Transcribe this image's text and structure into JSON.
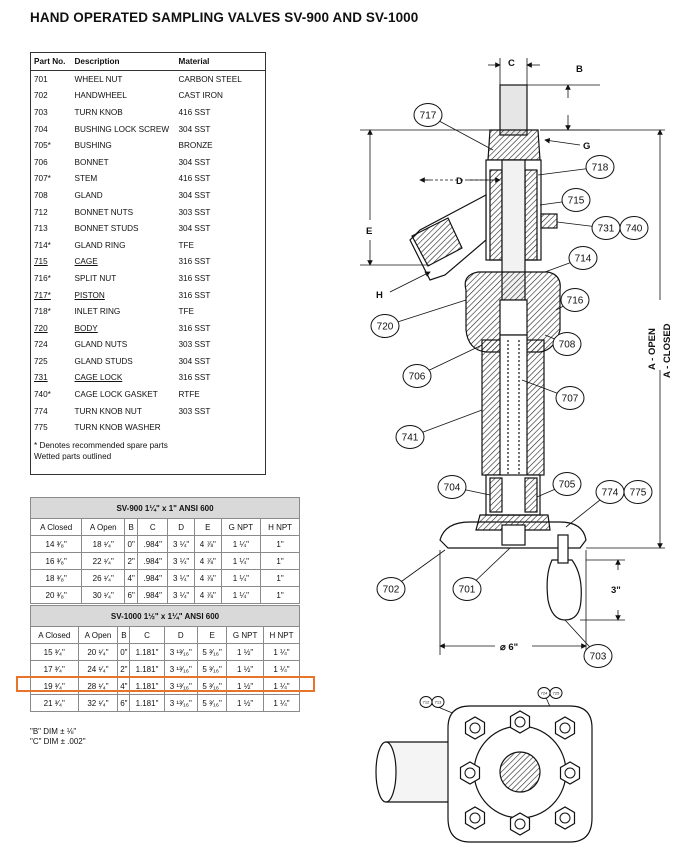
{
  "title": "HAND OPERATED SAMPLING VALVES SV-900 AND SV-1000",
  "parts_table": {
    "headers": [
      "Part No.",
      "Description",
      "Material"
    ],
    "rows": [
      [
        "701",
        "WHEEL NUT",
        "CARBON STEEL"
      ],
      [
        "702",
        "HANDWHEEL",
        "CAST IRON"
      ],
      [
        "703",
        "TURN KNOB",
        "416 SST"
      ],
      [
        "704",
        "BUSHING LOCK SCREW",
        "304 SST"
      ],
      [
        "705*",
        "BUSHING",
        "BRONZE"
      ],
      [
        "706",
        "BONNET",
        "304 SST"
      ],
      [
        "707*",
        "STEM",
        "416 SST"
      ],
      [
        "708",
        "GLAND",
        "304 SST"
      ],
      [
        "712",
        "BONNET NUTS",
        "303 SST"
      ],
      [
        "713",
        "BONNET STUDS",
        "304 SST"
      ],
      [
        "714*",
        "GLAND RING",
        "TFE"
      ],
      [
        "715",
        "CAGE",
        "316 SST"
      ],
      [
        "716*",
        "SPLIT NUT",
        "316 SST"
      ],
      [
        "717*",
        "PISTON",
        "316 SST"
      ],
      [
        "718*",
        "INLET RING",
        "TFE"
      ],
      [
        "720",
        "BODY",
        "316 SST"
      ],
      [
        "724",
        "GLAND NUTS",
        "303 SST"
      ],
      [
        "725",
        "GLAND STUDS",
        "304 SST"
      ],
      [
        "731",
        "CAGE LOCK",
        "316 SST"
      ],
      [
        "740*",
        "CAGE LOCK GASKET",
        "RTFE"
      ],
      [
        "774",
        "TURN KNOB NUT",
        "303 SST"
      ],
      [
        "775",
        "TURN KNOB WASHER",
        ""
      ]
    ],
    "note1": "* Denotes recommended spare parts",
    "note2": "Wetted parts outlined"
  },
  "dim_headers": [
    "A Closed",
    "A Open",
    "B",
    "C",
    "D",
    "E",
    "G NPT",
    "H NPT"
  ],
  "sv900": {
    "title": "SV-900 1¼\" x 1\" ANSI 600",
    "rows": [
      [
        "14 ³⁄₈\"",
        "18 ¹⁄₄\"",
        "0\"",
        ".984\"",
        "3 ¼\"",
        "4 ⅞\"",
        "1 ¼\"",
        "1\""
      ],
      [
        "16 ³⁄₈\"",
        "22 ¹⁄₄\"",
        "2\"",
        ".984\"",
        "3 ¼\"",
        "4 ⅞\"",
        "1 ¼\"",
        "1\""
      ],
      [
        "18 ³⁄₈\"",
        "26 ¹⁄₄\"",
        "4\"",
        ".984\"",
        "3 ¼\"",
        "4 ⅞\"",
        "1 ¼\"",
        "1\""
      ],
      [
        "20 ³⁄₈\"",
        "30 ¹⁄₄\"",
        "6\"",
        ".984\"",
        "3 ¼\"",
        "4 ⅞\"",
        "1 ¼\"",
        "1\""
      ]
    ]
  },
  "sv1000": {
    "title": "SV-1000 1½\" x 1¼\" ANSI 600",
    "rows": [
      [
        "15 ³⁄₄\"",
        "20 ¹⁄₄\"",
        "0\"",
        "1.181\"",
        "3 ¹³⁄₁₆\"",
        "5 ³⁄₁₆\"",
        "1 ½\"",
        "1 ¼\""
      ],
      [
        "17 ³⁄₄\"",
        "24 ¹⁄₄\"",
        "2\"",
        "1.181\"",
        "3 ¹³⁄₁₆\"",
        "5 ³⁄₁₆\"",
        "1 ½\"",
        "1 ¼\""
      ],
      [
        "19 ³⁄₄\"",
        "28 ¹⁄₄\"",
        "4\"",
        "1.181\"",
        "3 ¹³⁄₁₆\"",
        "5 ³⁄₁₆\"",
        "1 ½\"",
        "1 ¼\""
      ],
      [
        "21 ³⁄₄\"",
        "32 ¹⁄₄\"",
        "6\"",
        "1.181\"",
        "3 ¹³⁄₁₆\"",
        "5 ³⁄₁₆\"",
        "1 ½\"",
        "1 ¼\""
      ]
    ]
  },
  "footnote1": "\"B\" DIM ± ⅛\"",
  "footnote2": "\"C\" DIM ± .002\"",
  "drawing": {
    "callouts": {
      "c717": "717",
      "c718": "718",
      "c715": "715",
      "c731": "731",
      "c740": "740",
      "c714": "714",
      "c716": "716",
      "c720": "720",
      "c708": "708",
      "c706": "706",
      "c707": "707",
      "c741": "741",
      "c704": "704",
      "c705": "705",
      "c774": "774",
      "c775": "775",
      "c702": "702",
      "c701": "701",
      "c703": "703",
      "c712": "712",
      "c713": "713",
      "c724": "724",
      "c725": "725"
    },
    "dims": {
      "C": "C",
      "B": "B",
      "G": "G",
      "D": "D",
      "E": "E",
      "H": "H",
      "a_open": "A - OPEN",
      "a_closed": "A - CLOSED",
      "three": "3\"",
      "dia": "⌀ 6\""
    }
  },
  "colors": {
    "highlight": "#e8742a",
    "band": "#d9d9d9"
  }
}
